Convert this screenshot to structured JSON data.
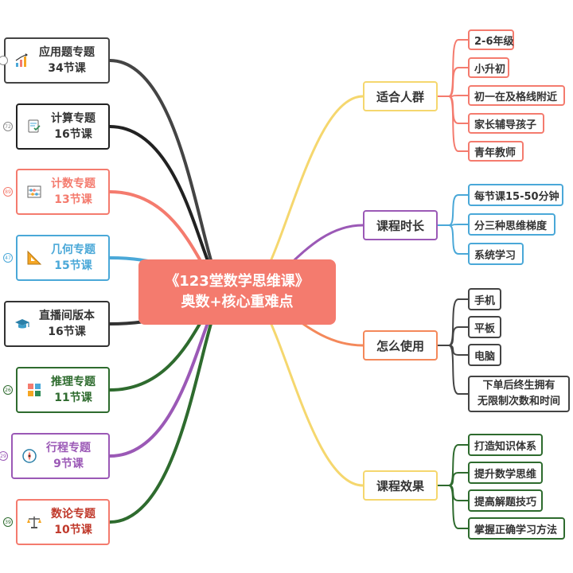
{
  "center": {
    "line1": "《123堂数学思维课》",
    "line2": "奥数+核心重难点",
    "color": "#f47b6e"
  },
  "courses": [
    {
      "name": "应用题专题",
      "count": "34节课",
      "badge": "",
      "color": "#444444",
      "icon": "bar-chart-icon"
    },
    {
      "name": "计算专题",
      "count": "16节课",
      "badge": "72",
      "color": "#222222",
      "icon": "calculator-doc-icon"
    },
    {
      "name": "计数专题",
      "count": "13节课",
      "badge": "89",
      "color": "#f47b6e",
      "icon": "abacus-icon"
    },
    {
      "name": "几何专题",
      "count": "15节课",
      "badge": "47",
      "color": "#4aa8d8",
      "icon": "ruler-triangle-icon"
    },
    {
      "name": "直播间版本",
      "count": "16节课",
      "badge": "",
      "color": "#333333",
      "icon": "graduation-cap-icon"
    },
    {
      "name": "推理专题",
      "count": "11节课",
      "badge": "26",
      "color": "#2e6b2e",
      "icon": "puzzle-icon"
    },
    {
      "name": "行程专题",
      "count": "9节课",
      "badge": "29",
      "color": "#9b59b6",
      "icon": "compass-icon"
    },
    {
      "name": "数论专题",
      "count": "10节课",
      "badge": "39",
      "color": "#2e6b2e",
      "icon": "scale-icon"
    }
  ],
  "branches": [
    {
      "label": "适合人群",
      "color": "#f5d76e",
      "leafColor": "#f47b6e",
      "leaves": [
        "2-6年级",
        "小升初",
        "初一在及格线附近",
        "家长辅导孩子",
        "青年教师"
      ]
    },
    {
      "label": "课程时长",
      "color": "#9b59b6",
      "leafColor": "#4aa8d8",
      "leaves": [
        "每节课15-50分钟",
        "分三种思维梯度",
        "系统学习"
      ]
    },
    {
      "label": "怎么使用",
      "color": "#f4885a",
      "leafColor": "#444444",
      "leaves": [
        "手机",
        "平板",
        "电脑",
        "下单后终生拥有\n无限制次数和时间"
      ]
    },
    {
      "label": "课程效果",
      "color": "#f5d76e",
      "leafColor": "#2e6b2e",
      "leaves": [
        "打造知识体系",
        "提升数学思维",
        "提高解题技巧",
        "掌握正确学习方法"
      ]
    }
  ]
}
